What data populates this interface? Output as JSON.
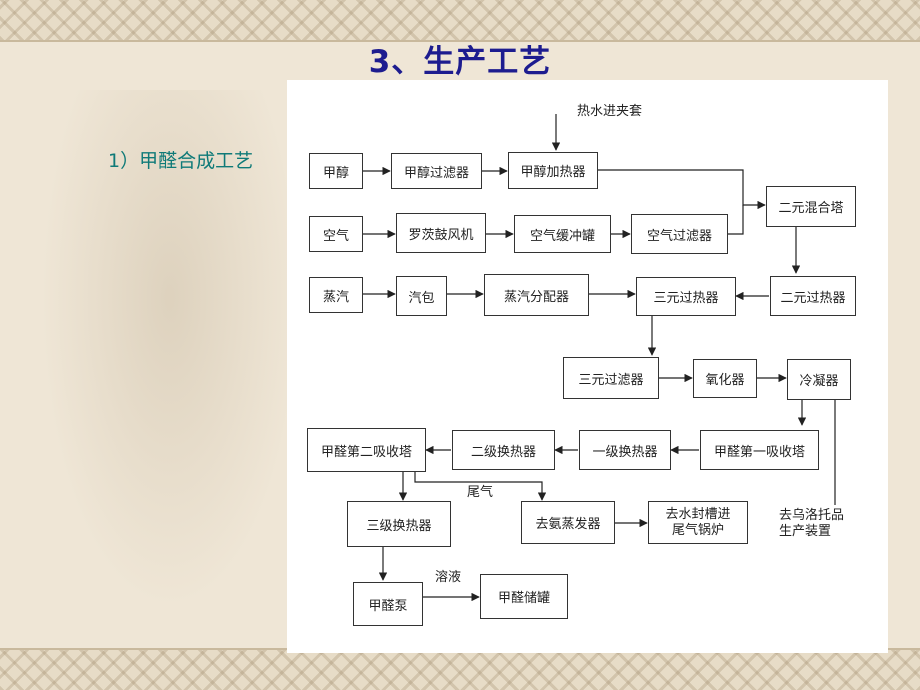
{
  "slide": {
    "title": "3、生产工艺",
    "subtitle": "1）甲醛合成工艺"
  },
  "diagram": {
    "nodes": {
      "methanol": "甲醇",
      "methanol_filter": "甲醇过滤器",
      "methanol_heater": "甲醇加热器",
      "air": "空气",
      "roots_blower": "罗茨鼓风机",
      "air_buffer_tank": "空气缓冲罐",
      "air_filter": "空气过滤器",
      "binary_mix_tower": "二元混合塔",
      "steam": "蒸汽",
      "steam_drum": "汽包",
      "steam_distributor": "蒸汽分配器",
      "ternary_superheater": "三元过热器",
      "binary_superheater": "二元过热器",
      "ternary_filter": "三元过滤器",
      "oxidizer": "氧化器",
      "condenser": "冷凝器",
      "absorber_2": "甲醛第二吸收塔",
      "heat_exchanger_2": "二级换热器",
      "heat_exchanger_1": "一级换热器",
      "absorber_1": "甲醛第一吸收塔",
      "heat_exchanger_3": "三级换热器",
      "ammonia_evaporator": "去氨蒸发器",
      "water_seal_boiler": [
        "去水封槽进",
        "尾气锅炉"
      ],
      "methanal_pump": "甲醛泵",
      "methanal_tank": "甲醛储罐"
    },
    "labels": {
      "hot_water_in": "热水进夹套",
      "urotropine_plant": [
        "去乌洛托品",
        "生产装置"
      ],
      "tail_gas": "尾气",
      "solution": "溶液"
    }
  }
}
